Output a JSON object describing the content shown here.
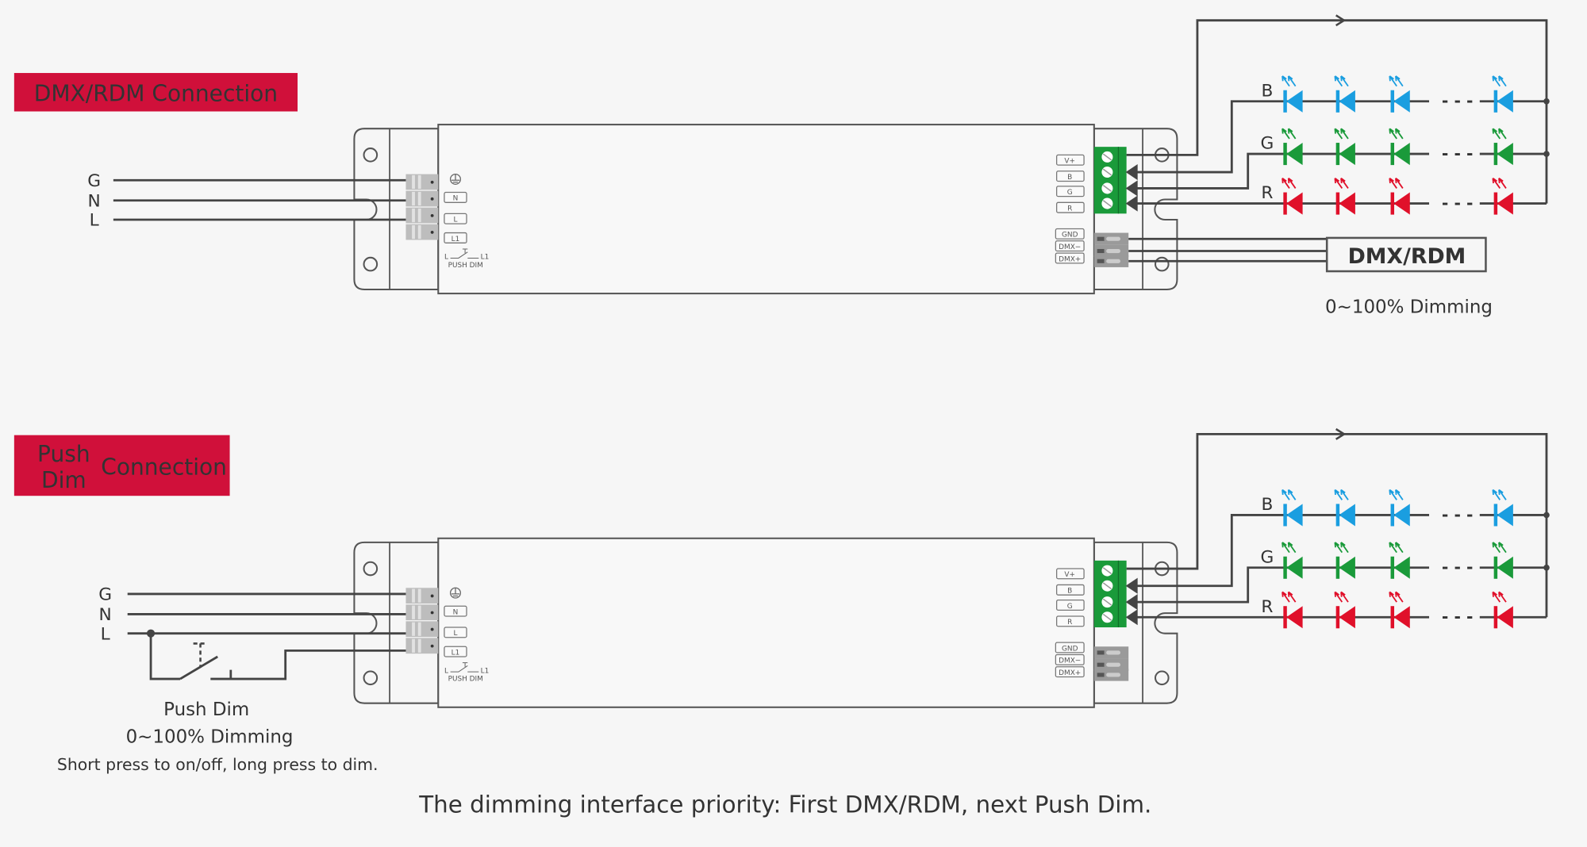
{
  "colors": {
    "accent_red": "#d0103a",
    "led_blue": "#1a9ee0",
    "led_green": "#1a9a3a",
    "led_red": "#e0102a",
    "terminal_green": "#1a9a3a",
    "wire": "#444444"
  },
  "sections": [
    {
      "badge": {
        "lines": [
          "DMX/RDM Connection"
        ]
      },
      "mains_labels": [
        "G",
        "N",
        "L"
      ],
      "input_terminal_labels": [
        "N",
        "L",
        "L1"
      ],
      "push_dim_mini": {
        "left": "L",
        "right": "L1",
        "caption": "PUSH DIM"
      },
      "output_terminal_labels": [
        "V+",
        "B",
        "G",
        "R"
      ],
      "dmx_terminal_labels": [
        "GND",
        "DMX−",
        "DMX+"
      ],
      "channel_labels": [
        "B",
        "G",
        "R"
      ],
      "ellipsis": "- - -",
      "controller_box": "DMX/RDM",
      "controller_caption": "0~100% Dimming"
    },
    {
      "badge": {
        "lines": [
          "Push",
          "Dim"
        ],
        "side": "Connection"
      },
      "mains_labels": [
        "G",
        "N",
        "L"
      ],
      "input_terminal_labels": [
        "N",
        "L",
        "L1"
      ],
      "push_dim_mini": {
        "left": "L",
        "right": "L1",
        "caption": "PUSH DIM"
      },
      "output_terminal_labels": [
        "V+",
        "B",
        "G",
        "R"
      ],
      "dmx_terminal_labels": [
        "GND",
        "DMX−",
        "DMX+"
      ],
      "channel_labels": [
        "B",
        "G",
        "R"
      ],
      "ellipsis": "- - -",
      "switch_caption": [
        "Push Dim",
        "0~100% Dimming",
        "Short press to on/off, long press to dim."
      ]
    }
  ],
  "footer": "The dimming interface priority: First DMX/RDM, next Push Dim.",
  "icons": [
    "ground-symbol-icon",
    "led-diode-icon",
    "push-switch-icon",
    "arrow-icon"
  ]
}
